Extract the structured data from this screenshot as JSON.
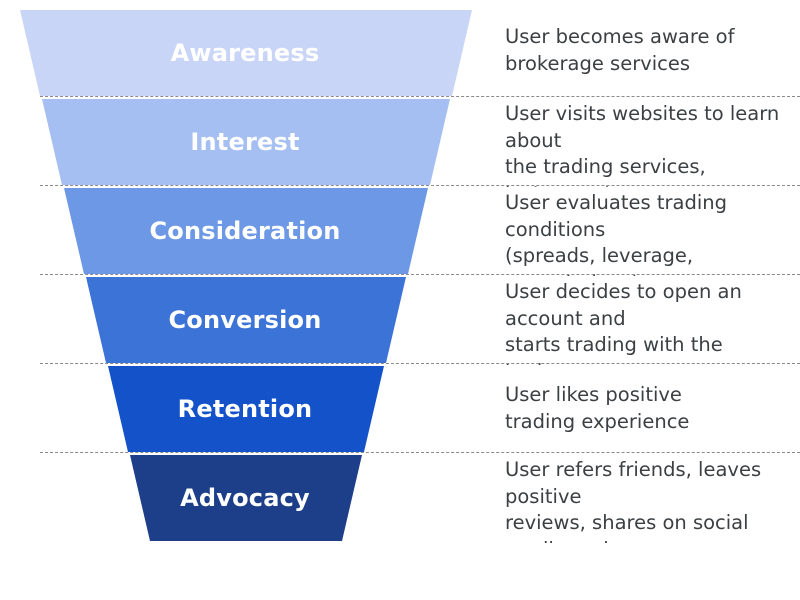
{
  "funnel": {
    "stages": [
      {
        "label": "Awareness",
        "description": "User becomes aware of\nbrokerage services",
        "color": "#c9d5f6"
      },
      {
        "label": "Interest",
        "description": "User visits websites to learn about\nthe trading services, instruments\nand platforms",
        "color": "#a6bff3"
      },
      {
        "label": "Consideration",
        "description": "User evaluates trading conditions\n(spreads, leverage, commissions)\ntrading platforms, customer support",
        "color": "#6d98e6"
      },
      {
        "label": "Conversion",
        "description": "User decides to open an account and\nstarts trading with the brokerage\n(registration, KYC, FTD)",
        "color": "#3c73d6"
      },
      {
        "label": "Retention",
        "description": "User likes positive\ntrading experience",
        "color": "#1452c9"
      },
      {
        "label": "Advocacy",
        "description": "User refers friends, leaves positive\nreviews, shares on social media and\nforums",
        "color": "#1d3f8a"
      }
    ]
  }
}
